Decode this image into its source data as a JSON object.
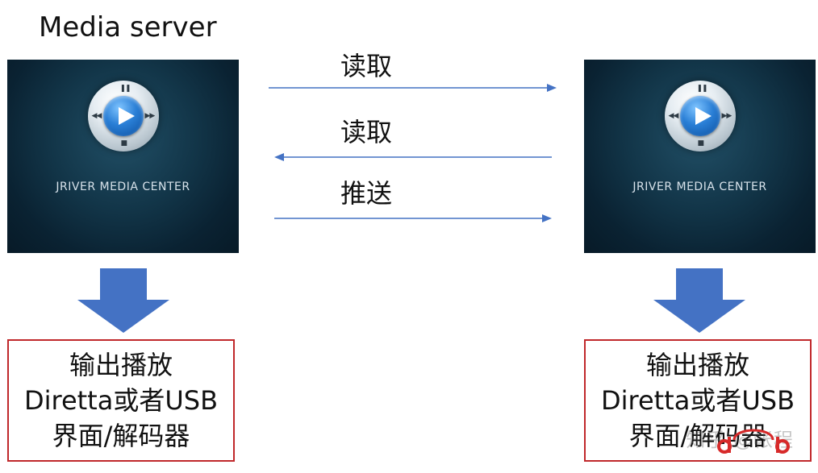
{
  "diagram": {
    "left_title": "Media server",
    "left_panel": {
      "brand": "JRIVER MEDIA CENTER"
    },
    "right_panel": {
      "brand": "JRIVER MEDIA CENTER"
    },
    "arrows": [
      {
        "label": "读取",
        "direction": "right"
      },
      {
        "label": "读取",
        "direction": "left"
      },
      {
        "label": "推送",
        "direction": "right"
      }
    ],
    "left_output": {
      "line1": "输出播放",
      "line2": "Diretta或者USB",
      "line3": "界面/解码器"
    },
    "right_output": {
      "line1": "输出播放",
      "line2": "Diretta或者USB",
      "line3": "界面/解码器"
    },
    "watermark": "知乎 @帐程"
  },
  "colors": {
    "flow_line": "#4472c4",
    "down_arrow": "#4472c4",
    "box_border": "#c0282b",
    "logo_red": "#d72a2a"
  }
}
